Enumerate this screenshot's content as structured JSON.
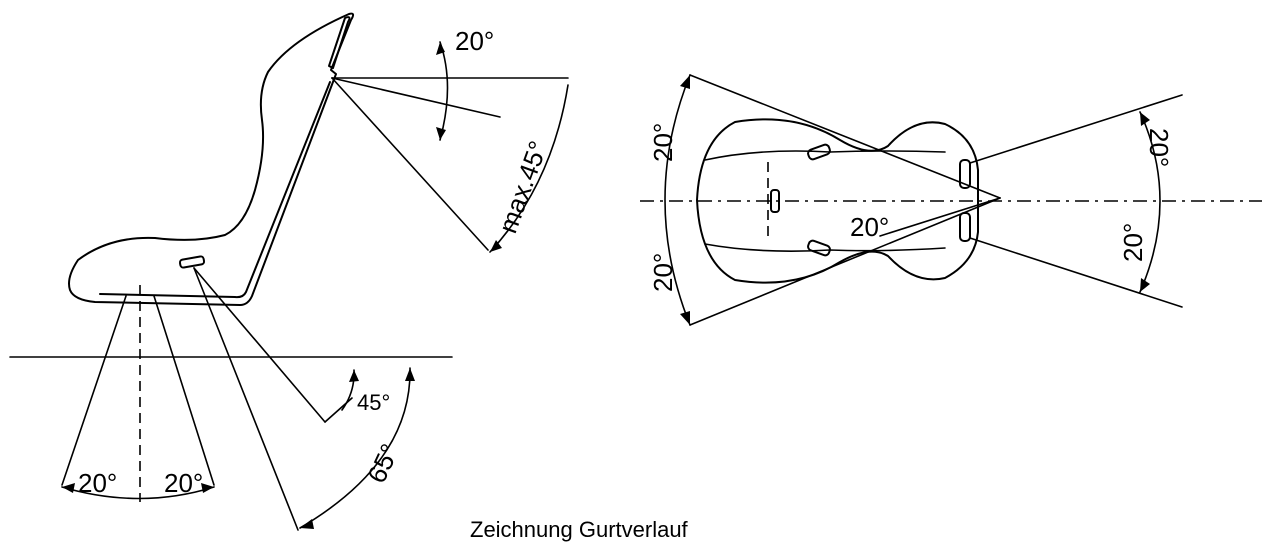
{
  "caption": "Zeichnung  Gurtverlauf",
  "side_view": {
    "shoulder_angle_top": "20°",
    "shoulder_angle_max": "max.45°",
    "lap_angle_inner": "45°",
    "lap_angle_outer": "65°",
    "crotch_angle_left": "20°",
    "crotch_angle_right": "20°"
  },
  "top_view": {
    "left_upper": "20°",
    "left_lower": "20°",
    "right_upper": "20°",
    "right_lower": "20°",
    "center": "20°"
  }
}
